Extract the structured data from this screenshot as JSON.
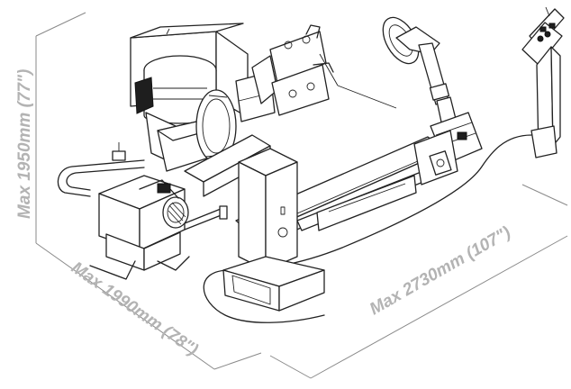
{
  "dimensions": {
    "height": "Max 1950mm (77\")",
    "depth": "Max 1990mm (78\")",
    "length": "Max 2730mm (107\")"
  },
  "colors": {
    "dimension_text": "#b3b3b3",
    "line_art": "#222222"
  }
}
